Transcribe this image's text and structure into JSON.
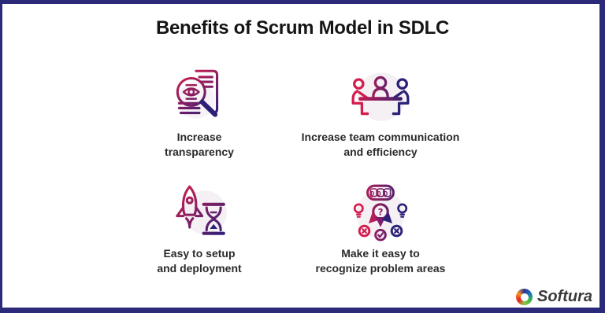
{
  "title": "Benefits of Scrum Model in SDLC",
  "benefits": [
    {
      "id": "transparency",
      "line1": "Increase",
      "line2": "transparency"
    },
    {
      "id": "communication",
      "line1": "Increase team communication",
      "line2": "and efficiency"
    },
    {
      "id": "setup",
      "line1": "Easy to setup",
      "line2": "and deployment"
    },
    {
      "id": "problems",
      "line1": "Make it easy to",
      "line2": "recognize problem areas",
      "badge_text": "DDD",
      "question_text": "?"
    }
  ],
  "logo": {
    "text": "Softura"
  },
  "colors": {
    "frame": "#2a2a78",
    "gradient_start": "#d41c4e",
    "gradient_end": "#2b2178",
    "icon_background": "#f5f0f4",
    "title_text": "#141414",
    "label_text": "#2a2a2a",
    "logo_text": "#3a3a3a"
  }
}
